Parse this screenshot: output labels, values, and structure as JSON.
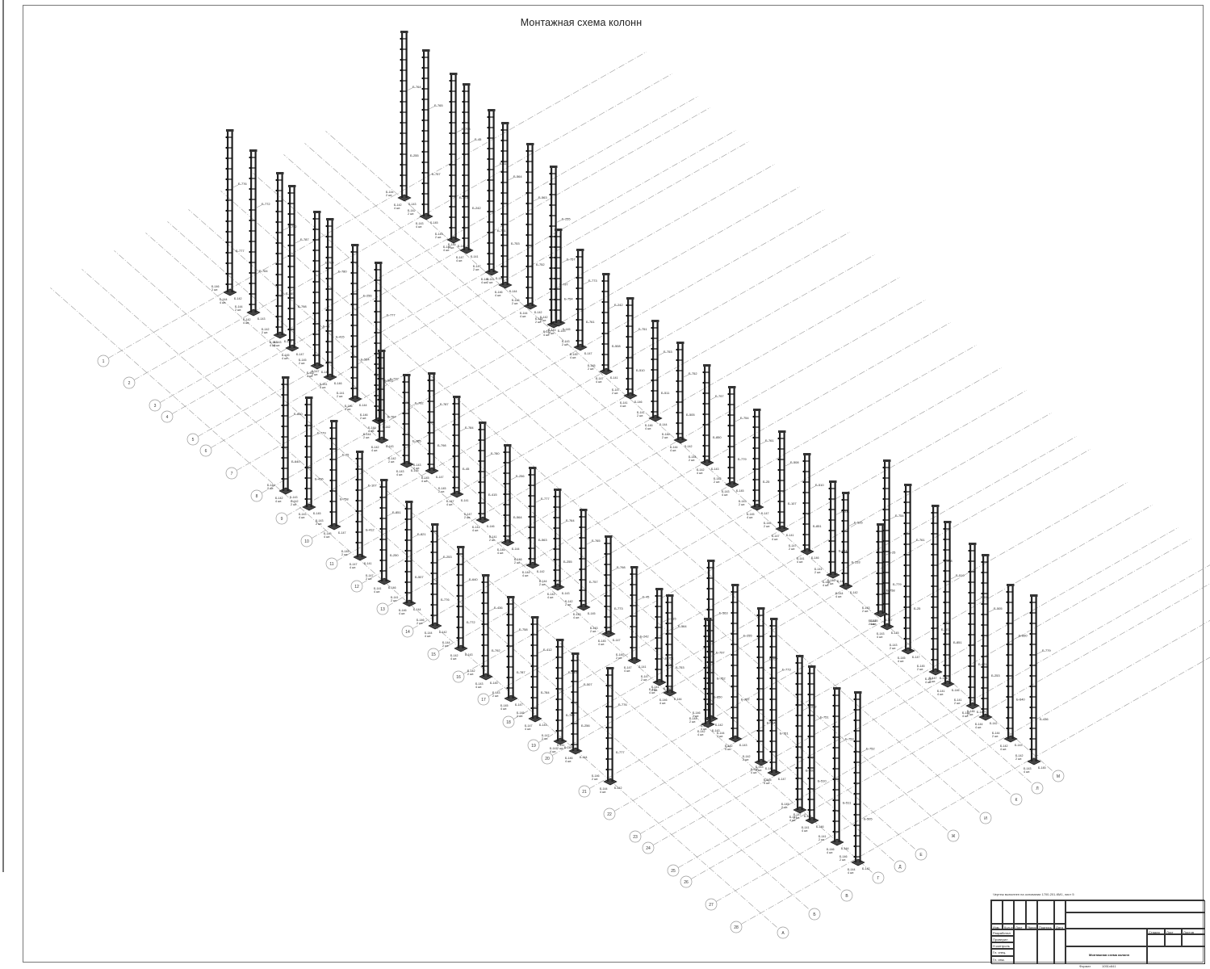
{
  "drawing": {
    "title": "Монтажная схема колонн",
    "grid_axes_numeric": [
      "1",
      "2",
      "3",
      "4",
      "5",
      "6",
      "7",
      "8",
      "9",
      "10",
      "11",
      "12",
      "13",
      "14",
      "15",
      "16",
      "17",
      "18",
      "19",
      "20",
      "21",
      "22",
      "23",
      "24",
      "25",
      "26",
      "27",
      "28"
    ],
    "grid_axes_letters": [
      "А",
      "Б",
      "В",
      "Г",
      "Д",
      "Е",
      "Ж",
      "И",
      "К",
      "Л",
      "М"
    ],
    "column_marks_sample": [
      "Б-776",
      "Б-772",
      "Б-792",
      "Б-787",
      "Б-784",
      "Б-780",
      "Б-256",
      "Б-777",
      "Б-764",
      "Б-765",
      "Б-798",
      "Б-45",
      "Б-415",
      "Б-564",
      "Б-563",
      "Б-255",
      "Б-757",
      "Б-773",
      "Б-242",
      "Б-751",
      "Б-753",
      "Б-752",
      "Б-797",
      "Б-754",
      "Б-761",
      "Б-508",
      "Б-510",
      "Б-511",
      "Б-505",
      "Б-850",
      "Б-779",
      "Б-25",
      "Б-107",
      "Б-851",
      "Б-821",
      "Б-253",
      "Б-640",
      "Б-436",
      "Б-758",
      "Б-412",
      "Б-250",
      "Б-507"
    ],
    "base_marks_sample": [
      "Б-146",
      "Б-144",
      "Б-142",
      "Б-143",
      "Б-145",
      "Б-147",
      "Б-141"
    ],
    "quantity_labels": [
      "2 шт.",
      "4 шт."
    ]
  },
  "title_block": {
    "note": "Чертеж выполнен на основании 1700-201-КМ1, лист 5",
    "headers": [
      "Изм.",
      "Кол.уч",
      "Лист",
      "№док.",
      "Подпись",
      "Дата"
    ],
    "roles": [
      "Разработал",
      "Проверил",
      "Н.контроль",
      "Гл. спец.",
      "Гл. инж."
    ],
    "stage_headers": [
      "Стадия",
      "Лист",
      "Листов"
    ],
    "drawing_name": "Монтажная схема колонн",
    "format_label": "Формат",
    "format_value": "1051х841"
  }
}
